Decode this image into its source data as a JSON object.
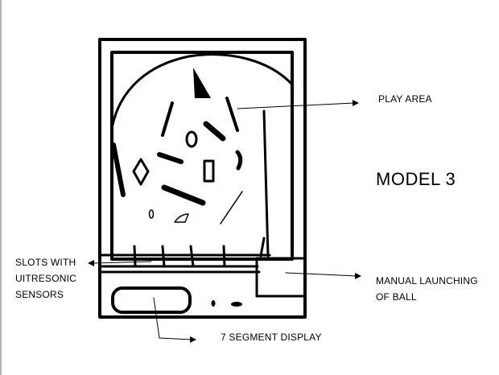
{
  "labels": {
    "play_area": "PLAY AREA",
    "model": "MODEL 3",
    "slots_line1": "SLOTS WITH",
    "slots_line2": "UITRESONIC",
    "slots_line3": "SENSORS",
    "launch_line1": "MANUAL LAUNCHING",
    "launch_line2": "OF BALL",
    "display": "7 SEGMENT DISPLAY"
  },
  "colors": {
    "ink": "#000000",
    "background": "#ffffff"
  }
}
